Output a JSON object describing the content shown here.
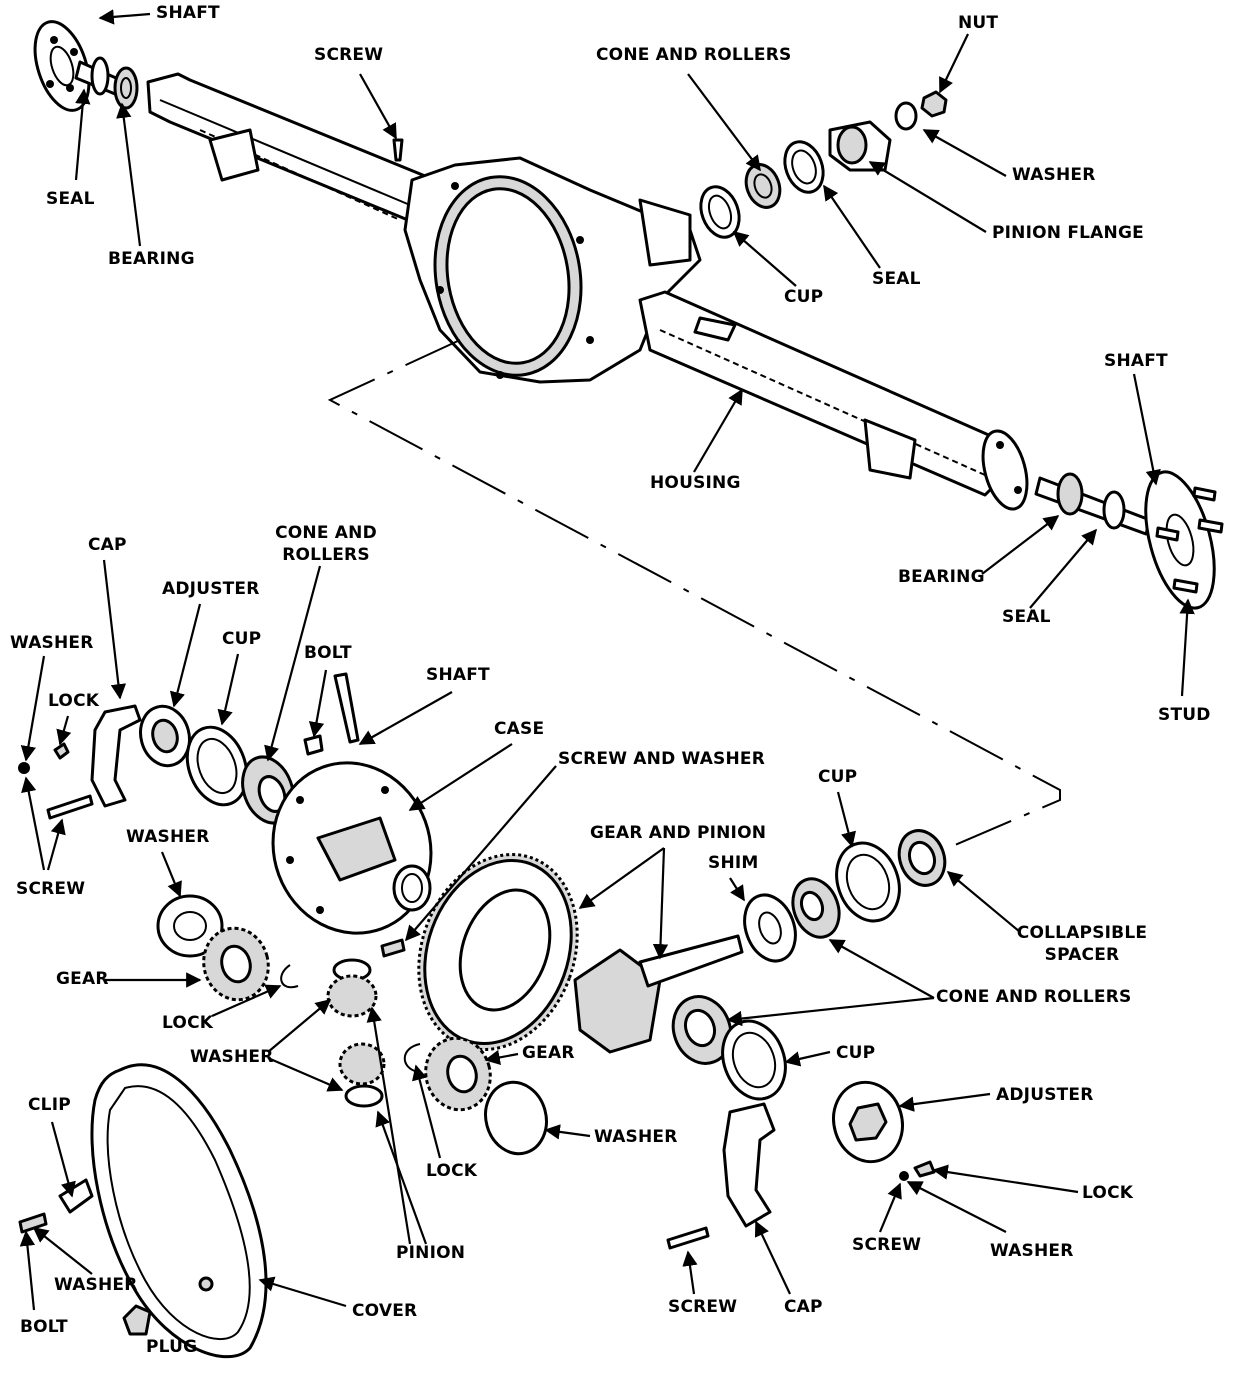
{
  "labels": {
    "shaft_left": "SHAFT",
    "seal_left": "SEAL",
    "bearing_left": "BEARING",
    "screw_top": "SCREW",
    "cone_rollers_top": "CONE AND ROLLERS",
    "nut": "NUT",
    "washer_top": "WASHER",
    "pinion_flange": "PINION FLANGE",
    "seal_top": "SEAL",
    "cup_top": "CUP",
    "shaft_right": "SHAFT",
    "housing": "HOUSING",
    "bearing_right": "BEARING",
    "seal_right": "SEAL",
    "stud": "STUD",
    "cap_left": "CAP",
    "adjuster_left": "ADJUSTER",
    "cone_and": "CONE AND",
    "rollers": "ROLLERS",
    "cup_left": "CUP",
    "washer_lock_left": "WASHER",
    "lock_left": "LOCK",
    "bolt_case": "BOLT",
    "shaft_case": "SHAFT",
    "case": "CASE",
    "screw_and_washer": "SCREW AND WASHER",
    "screw_left": "SCREW",
    "washer_side": "WASHER",
    "gear_side": "GEAR",
    "lock_side": "LOCK",
    "gear_and_pinion": "GEAR AND PINION",
    "shim": "SHIM",
    "cup_mid": "CUP",
    "collapsible": "COLLAPSIBLE",
    "spacer": "SPACER",
    "cone_rollers_mid": "CONE AND ROLLERS",
    "washer_pinions": "WASHER",
    "gear_right_side": "GEAR",
    "cup_lower": "CUP",
    "adjuster_right": "ADJUSTER",
    "washer_gear": "WASHER",
    "lock_center": "LOCK",
    "lock_right": "LOCK",
    "clip": "CLIP",
    "washer_cover": "WASHER",
    "pinion": "PINION",
    "screw_right": "SCREW",
    "washer_right": "WASHER",
    "bolt_cover": "BOLT",
    "plug": "PLUG",
    "cover": "COVER",
    "screw_bottom": "SCREW",
    "cap_bottom": "CAP"
  }
}
